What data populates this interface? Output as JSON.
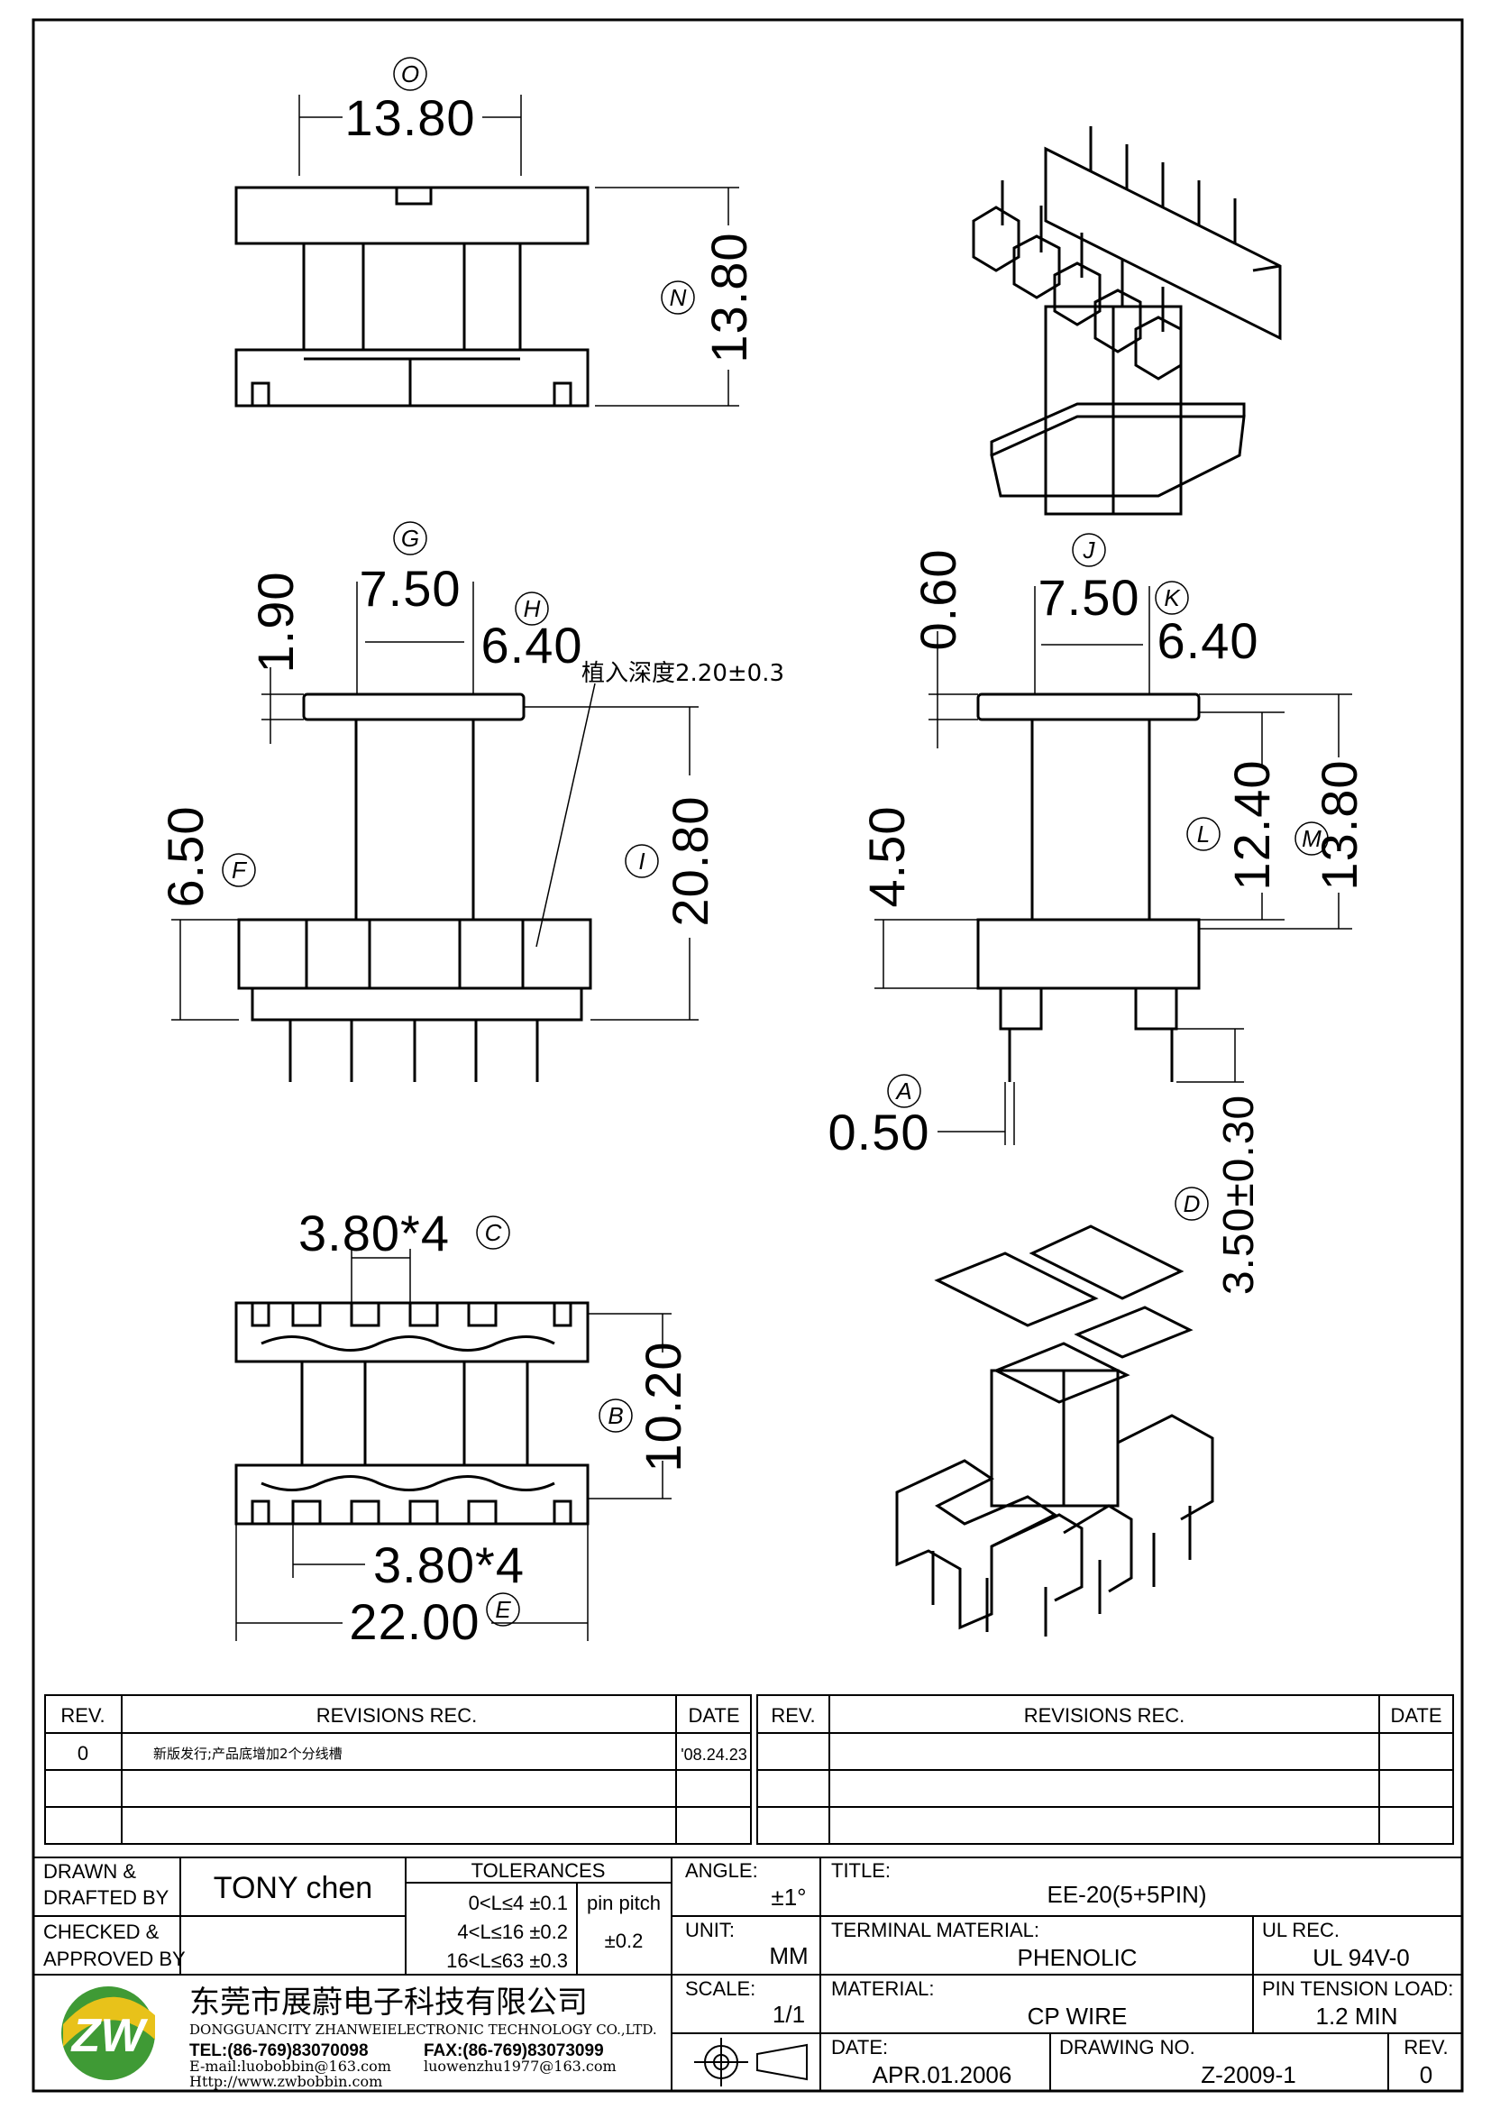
{
  "views": {
    "top": {
      "width_dim": "13.80",
      "width_tag": "O",
      "height_dim": "13.80",
      "height_tag": "N"
    },
    "front": {
      "g_dim": "7.50",
      "g_tag": "G",
      "h_dim": "6.40",
      "h_tag": "H",
      "flange_dim": "1.90",
      "depth_note": "植入深度2.20±0.3",
      "f_dim": "6.50",
      "f_tag": "F",
      "i_dim": "20.80",
      "i_tag": "I"
    },
    "side": {
      "top_dim": "0.60",
      "j_dim": "7.50",
      "j_tag": "J",
      "k_dim": "6.40",
      "k_tag": "K",
      "l_dim": "12.40",
      "l_tag": "L",
      "m_dim": "13.80",
      "m_tag": "M",
      "base_dim": "4.50",
      "a_tag": "A",
      "a_dim": "0.50",
      "d_tag": "D",
      "d_dim": "3.50±0.30"
    },
    "bottom": {
      "c_dim": "3.80*4",
      "c_tag": "C",
      "b_dim": "10.20",
      "b_tag": "B",
      "pitch_dim": "3.80*4",
      "e_dim": "22.00",
      "e_tag": "E"
    }
  },
  "revisions": {
    "headers": {
      "rev": "REV.",
      "rec": "REVISIONS    REC.",
      "date": "DATE"
    },
    "rows": [
      {
        "rev": "0",
        "rec": "新版发行;产品底增加2个分线槽",
        "date": "'08.24.23"
      }
    ]
  },
  "title_block": {
    "drawn_label": "DRAWN  &\nDRAFTED  BY",
    "drawn_value": "TONY  chen",
    "checked_label": "CHECKED  &\nAPPROVED  BY",
    "tolerances_title": "TOLERANCES",
    "tol_rows": [
      "0<L≤4    ±0.1",
      "4<L≤16  ±0.2",
      "16<L≤63  ±0.3"
    ],
    "pin_pitch_label": "pin  pitch",
    "pin_pitch_value": "±0.2",
    "angle_label": "ANGLE:",
    "angle_value": "±1°",
    "unit_label": "UNIT:",
    "unit_value": "MM",
    "scale_label": "SCALE:",
    "scale_value": "1/1",
    "title_label": "TITLE:",
    "title_value": "EE-20(5+5PIN)",
    "terminal_label": "TERMINAL  MATERIAL:",
    "terminal_value": "PHENOLIC",
    "ul_label": "UL  REC.",
    "ul_value": "UL  94V-0",
    "material_label": "MATERIAL:",
    "material_value": "CP  WIRE",
    "tension_label": "PIN  TENSION  LOAD:",
    "tension_value": "1.2  MIN",
    "date_label": "DATE:",
    "date_value": "APR.01.2006",
    "drawing_label": "DRAWING  NO.",
    "drawing_value": "Z-2009-1",
    "rev_label": "REV.",
    "rev_value": "0",
    "company_cn": "东莞市展蔚电子科技有限公司",
    "company_en": "DONGGUANCITY  ZHANWEIELECTRONIC  TECHNOLOGY  CO.,LTD.",
    "tel": "TEL:(86-769)83070098",
    "fax": "FAX:(86-769)83073099",
    "email1": "E-mail:luobobbin@163.com",
    "email2": "luowenzhu1977@163.com",
    "web": "Http://www.zwbobbin.com",
    "logo_text": "ZW",
    "colors": {
      "logo_green": "#3f9a35",
      "logo_yellow": "#e8c21a",
      "logo_white": "#ffffff"
    }
  }
}
